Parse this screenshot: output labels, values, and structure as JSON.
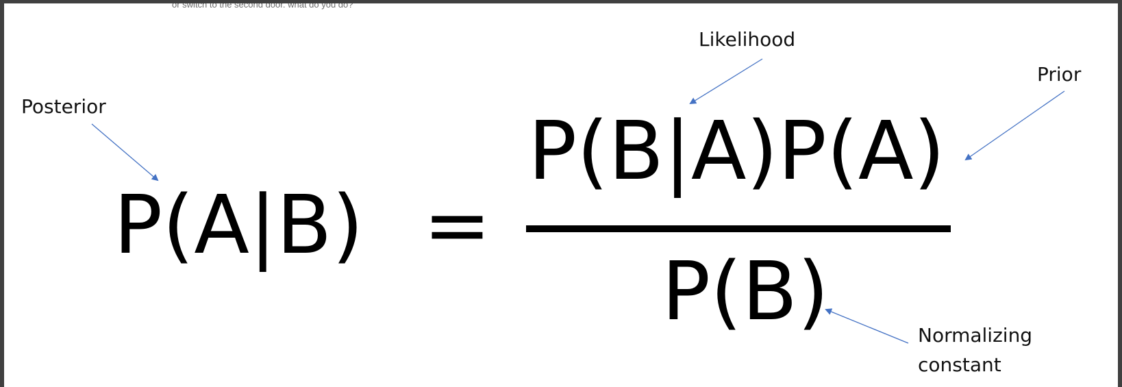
{
  "cut_text": "or switch to the second door. what do you do?",
  "labels": {
    "posterior": "Posterior",
    "likelihood": "Likelihood",
    "prior": "Prior",
    "normalizing_line1": "Normalizing",
    "normalizing_line2": "constant"
  },
  "formula": {
    "lhs": "P(A|B)",
    "equals": "=",
    "numerator": "P(B|A)P(A)",
    "denominator": "P(B)"
  },
  "colors": {
    "arrow": "#4472C4",
    "text": "#000000",
    "background": "#ffffff"
  }
}
